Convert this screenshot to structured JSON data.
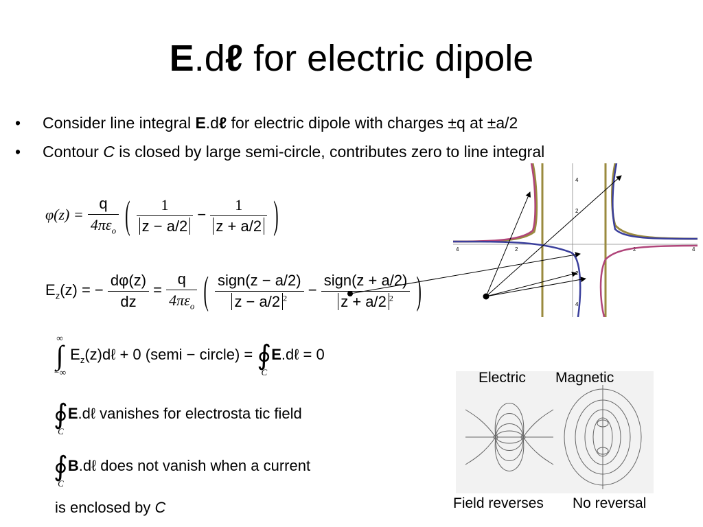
{
  "slide": {
    "title": {
      "bold": "E",
      "mid": ".d",
      "ell": "ℓ",
      "rest": " for electric dipole"
    },
    "bullets": [
      {
        "marker": "•",
        "pre": "Consider line integral ",
        "bold": "E",
        "mid": ".d",
        "ell": "ℓ",
        "post": " for electric dipole with charges ±q at ±a/2"
      },
      {
        "marker": "•",
        "pre": "Contour ",
        "ital": "C",
        "post": " is closed by large semi-circle, contributes zero to line integral"
      }
    ]
  },
  "equations": {
    "phi": {
      "lhs": "φ(z) =",
      "num": "q",
      "den": "4πε",
      "den_sub": "o",
      "one": "1",
      "d1": "z − a/2",
      "minus": "−",
      "d2": "z + a/2"
    },
    "ez": {
      "lhs": "E",
      "lhs_sub": "z",
      "lhs_arg": "(z) = −",
      "dnum": "dφ(z)",
      "dden": "dz",
      "eq": "=",
      "q": "q",
      "qden": "4πε",
      "qden_sub": "o",
      "s1": "sign(z − a/2)",
      "d1": "z − a/2",
      "minus": "−",
      "s2": "sign(z + a/2)",
      "d2": "z + a/2",
      "pow": "2"
    },
    "integral": {
      "upper": "∞",
      "lower": "−∞",
      "body": "(z)dℓ + 0 (semi − circle) =",
      "E": "E",
      "Esub": "z",
      "closed_lower": "C",
      "bold": "E",
      "tail": ".dℓ = 0"
    },
    "line2": {
      "lower": "C",
      "bold": "E",
      "tail": ".dℓ vanishes  for electrosta tic field"
    },
    "line3": {
      "lower": "C",
      "bold": "B",
      "tail": ".dℓ does not vanish  when a current"
    },
    "line4": {
      "pre": "is enclosed by ",
      "ital": "C"
    }
  },
  "plot": {
    "y_ticks": [
      "4",
      "2",
      "2",
      "4"
    ],
    "x_ticks": [
      "4",
      "2",
      "2",
      "4"
    ],
    "colors": {
      "blue": "#3a3f9c",
      "magenta": "#b0457a",
      "gold": "#9a8a3e"
    }
  },
  "fields": {
    "electric": "Electric",
    "magnetic": "Magnetic",
    "electric_caption": "Field reverses",
    "magnetic_caption": "No reversal"
  }
}
